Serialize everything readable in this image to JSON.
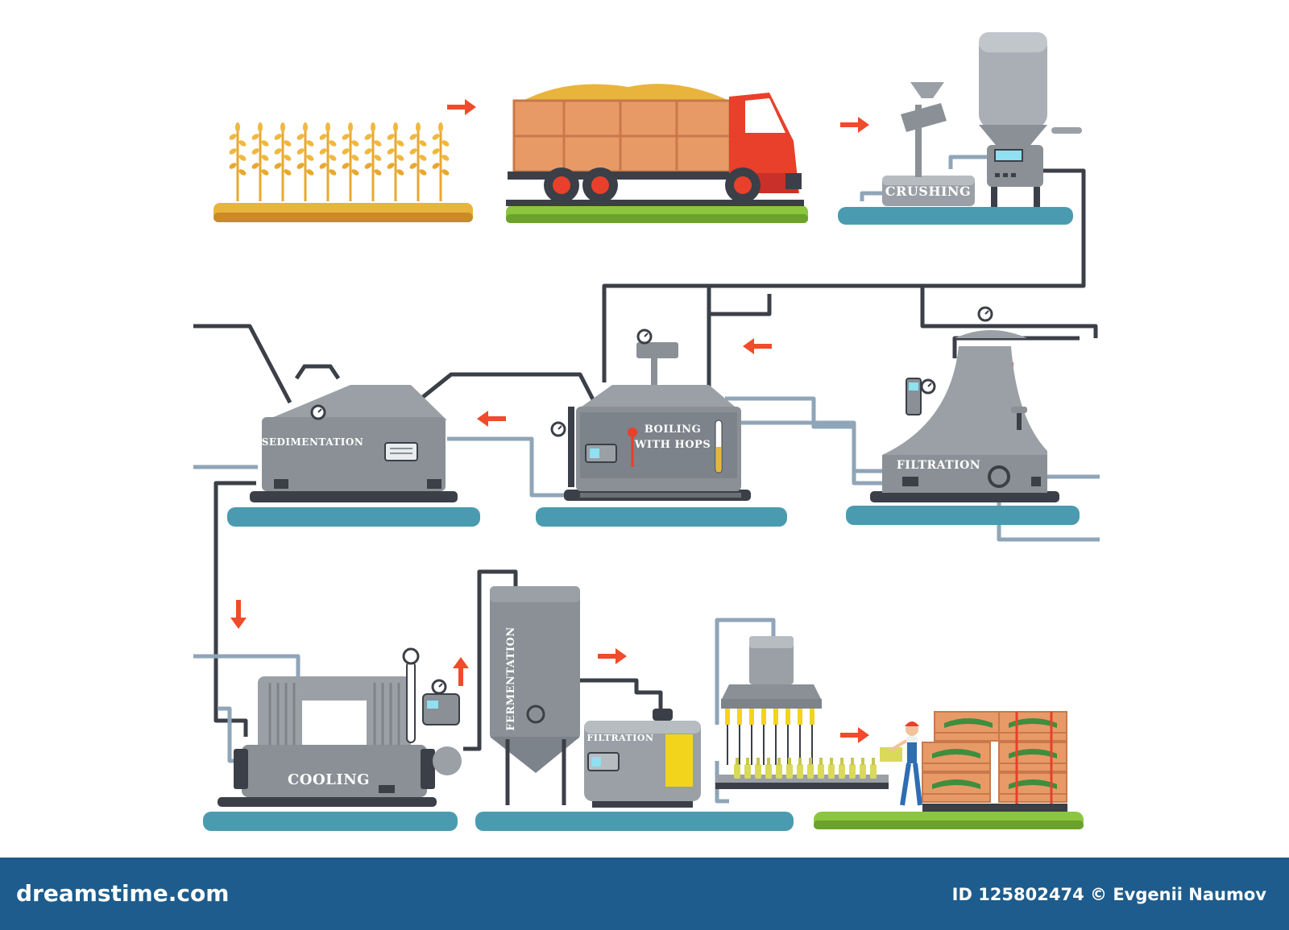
{
  "labels": {
    "crushing": "CRUSHING",
    "filtration_1": "FILTRATION",
    "boiling_line1": "BOILING",
    "boiling_line2": "WITH HOPS",
    "sedimentation": "SEDIMENTATION",
    "cooling": "COOLING",
    "fermentation": "FERMENTATION",
    "filtration_2": "FILTRATION"
  },
  "footer": {
    "brand": "dreamstime.com",
    "credit": "ID 125802474 © Evgenii Naumov"
  },
  "colors": {
    "arrow": "#f04b2a",
    "pipe": "#3b3f47",
    "tank": "#8a9096",
    "platform": "#4a9bb0",
    "truck_cab": "#e8402a",
    "crate": "#e89a66",
    "wheat": "#e8b43c",
    "footer": "#1d5c8c"
  },
  "icons": [
    "wheat-field-icon",
    "truck-icon",
    "arrow-icon",
    "pressure-gauge-icon",
    "control-panel-icon",
    "bottle-icon",
    "crate-icon",
    "worker-icon"
  ]
}
